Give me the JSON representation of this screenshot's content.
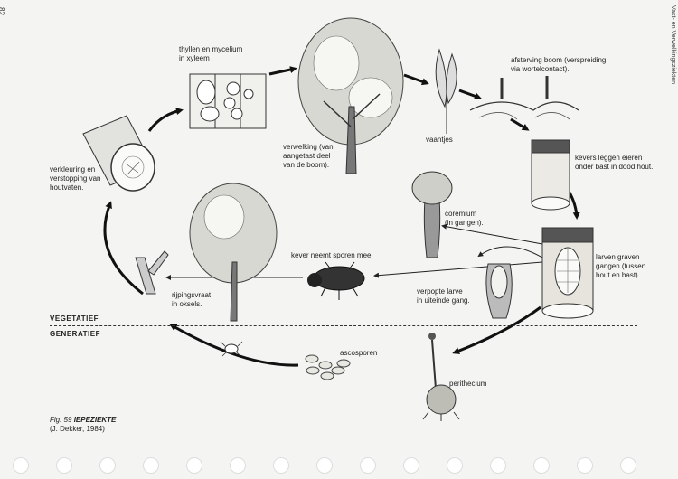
{
  "page_number": "82",
  "side_header": "Vast- en Verwelkingsziekten",
  "zones": {
    "top": "VEGETATIEF",
    "bottom": "GENERATIEF"
  },
  "labels": {
    "thyllen": "thyllen en mycelium\nin xyleem",
    "verwelking": "verwelking (van\naangetast deel\nvan de boom).",
    "vaantjes": "vaantjes",
    "afsterving": "afsterving boom (verspreiding\nvia wortelcontact).",
    "kevers_eieren": "kevers leggen eieren\nonder bast in dood hout.",
    "verkleuring": "verkleuring en\nverstopping van\nhoutvaten.",
    "coremium": "coremium\n(in gangen).",
    "larven": "larven graven\ngangen (tussen\nhout en bast)",
    "kever_sporen": "kever neemt sporen mee.",
    "verpopte": "verpopte larve\nin uiteinde gang.",
    "rijpingsvraat": "rijpingsvraat\nin oksels.",
    "ascosporen": "ascosporen",
    "perithecium": "perithecium"
  },
  "caption": {
    "fig": "Fig. 59",
    "title": "IEPEZIEKTE",
    "source": "(J. Dekker, 1984)"
  }
}
